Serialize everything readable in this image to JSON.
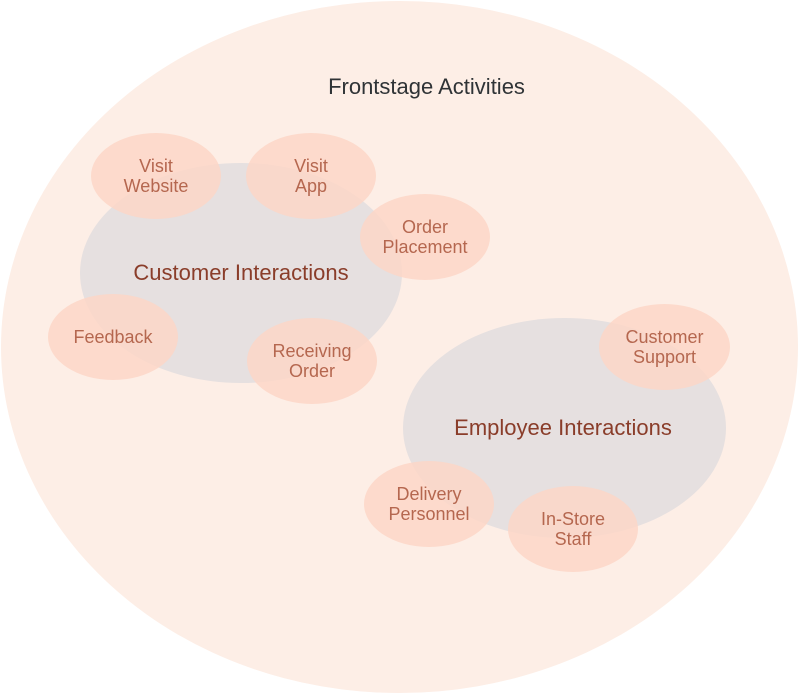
{
  "diagram": {
    "title": "Frontstage Activities",
    "groups": [
      {
        "label": "Customer Interactions"
      },
      {
        "label": "Employee Interactions"
      }
    ],
    "nodes": {
      "visit_website": "Visit\nWebsite",
      "visit_app": "Visit\nApp",
      "order_placement": "Order\nPlacement",
      "feedback": "Feedback",
      "receiving_order": "Receiving\nOrder",
      "customer_support": "Customer\nSupport",
      "delivery_personnel": "Delivery\nPersonnel",
      "in_store_staff": "In-Store\nStaff"
    },
    "colors": {
      "background": "#fdeee6",
      "cluster": "#e6e0e0",
      "bubble": "#fcd6c6",
      "bubble_text": "#b5674f",
      "cluster_text": "#8a3d2a",
      "title_text": "#2f3336"
    }
  }
}
